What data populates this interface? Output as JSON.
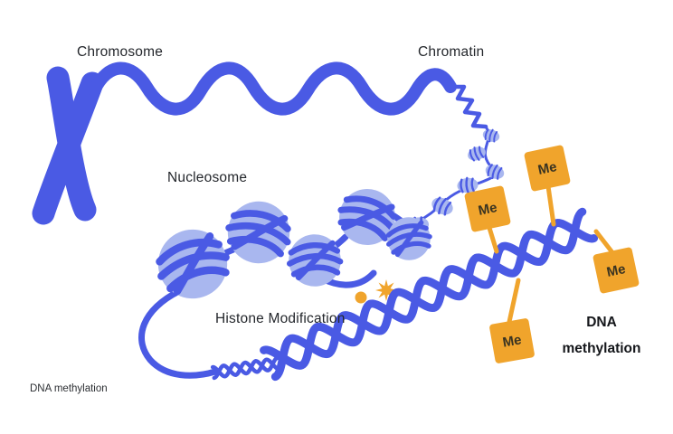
{
  "colors": {
    "blue": "#4a5ae4",
    "light_blue": "#a9b7ef",
    "orange": "#f0a42c",
    "ink": "#24272c"
  },
  "labels": {
    "chromosome": "Chromosome",
    "chromatin": "Chromatin",
    "nucleosome": "Nucleosome",
    "histone_modification": "Histone Modification",
    "dna_methylation_line1": "DNA",
    "dna_methylation_line2": "methylation",
    "footer_caption": "DNA methylation",
    "methyl": "Me"
  }
}
